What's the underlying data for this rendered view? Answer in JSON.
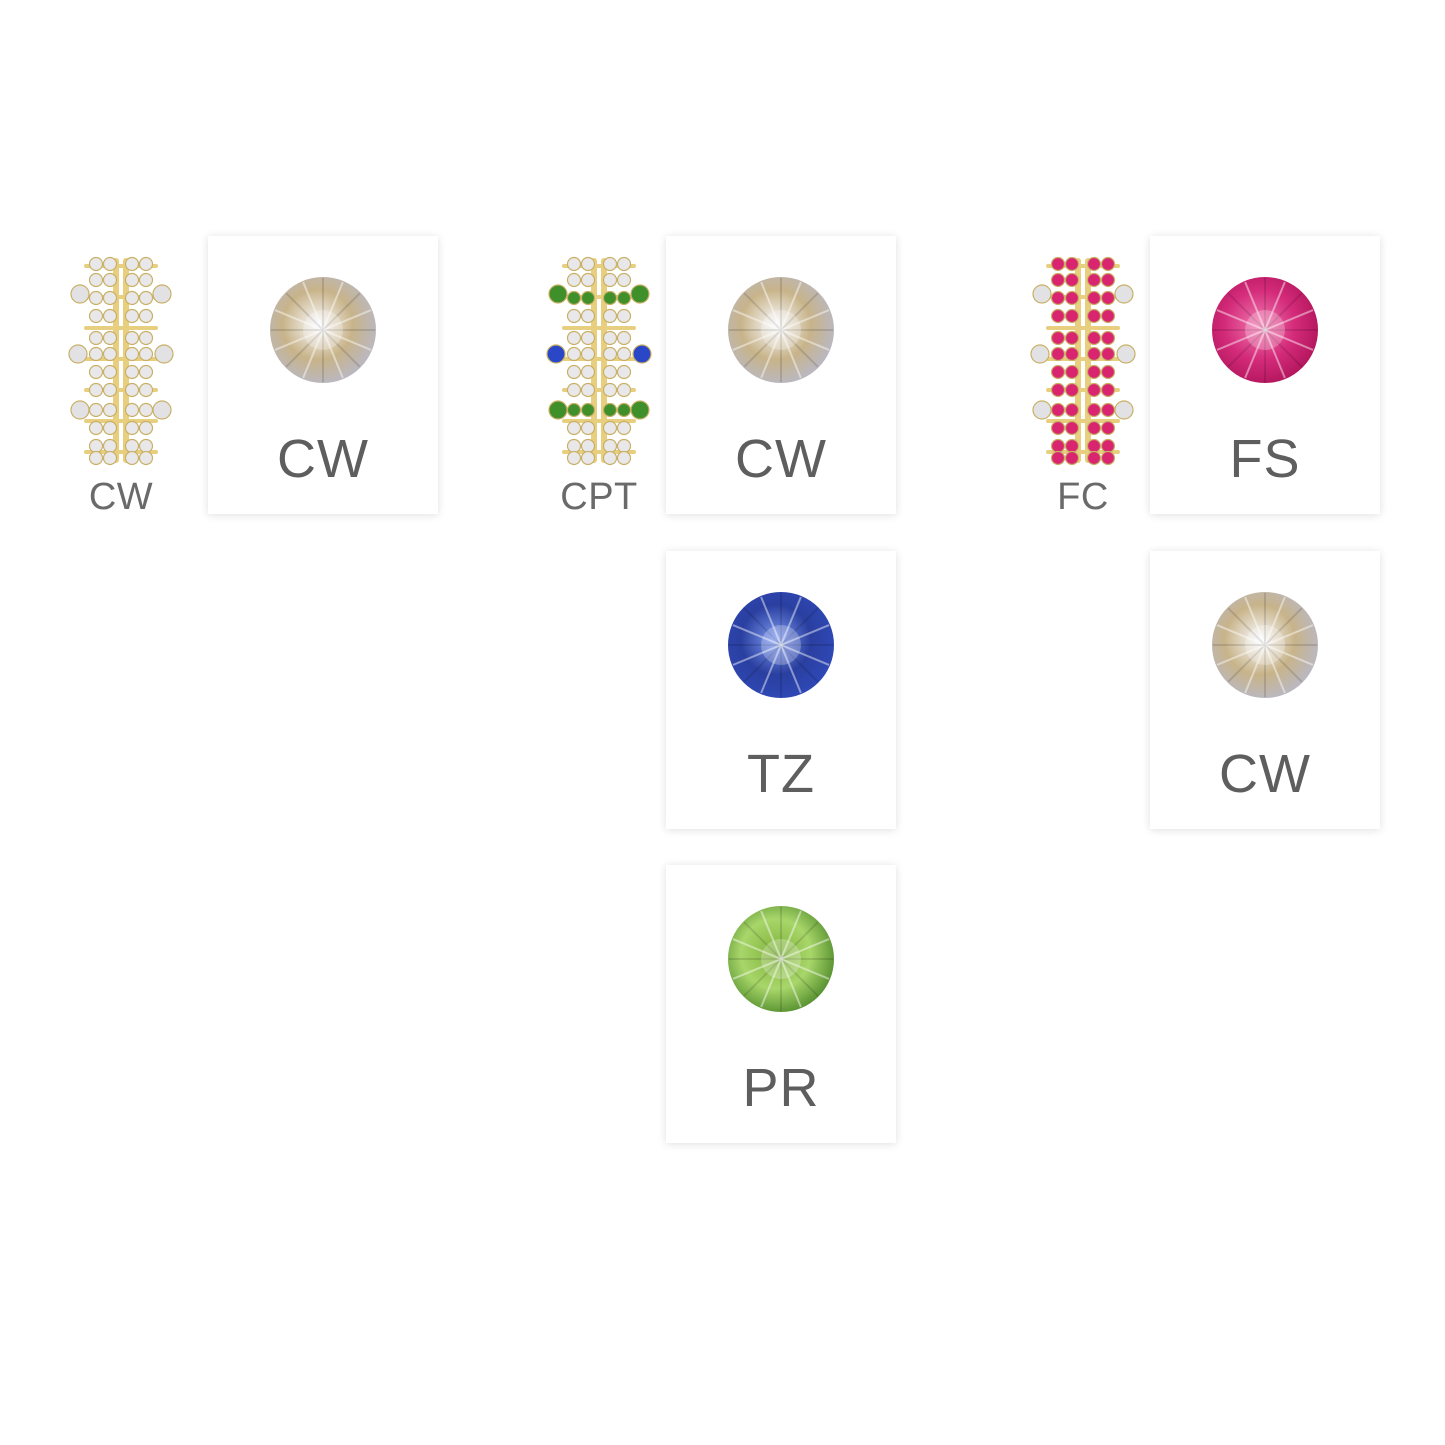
{
  "products": [
    {
      "code": "CW",
      "band": "#e7cf7f",
      "stones": {
        "pair1": "#e8e8ea",
        "pair2": "#e8e8ea",
        "pair3": "#e8e8ea",
        "side": "#e2e2e4"
      }
    },
    {
      "code": "CPT",
      "band": "#e7cf7f",
      "stones": {
        "pair1": "#e8e8ea",
        "pair2": "#3f8f2a",
        "pair3": "#e8e8ea",
        "side": "#2a47c8"
      }
    },
    {
      "code": "FC",
      "band": "#e7cf7f",
      "stones": {
        "pair1": "#d9246f",
        "pair2": "#d9246f",
        "pair3": "#d9246f",
        "side": "#e2e2e4"
      }
    }
  ],
  "swatches": [
    {
      "code": "CW",
      "stone": "clear-white",
      "color_center": "#fbfbff",
      "color_edge": "#b8b8c8",
      "color_warm": "#c8b48a"
    },
    {
      "code": "CW",
      "stone": "clear-white",
      "color_center": "#fbfbff",
      "color_edge": "#b8b8c8",
      "color_warm": "#c8b48a"
    },
    {
      "code": "TZ",
      "stone": "tanzanite-blue",
      "color_center": "#7f9bf0",
      "color_edge": "#2f49b8",
      "color_warm": "#2a3fa0"
    },
    {
      "code": "PR",
      "stone": "peridot-green",
      "color_center": "#7fb23a",
      "color_edge": "#4f8a2a",
      "color_warm": "#a8d66a"
    },
    {
      "code": "FS",
      "stone": "fuchsia-pink",
      "color_center": "#f07ab0",
      "color_edge": "#b0145a",
      "color_warm": "#d42b7a"
    },
    {
      "code": "CW",
      "stone": "clear-white",
      "color_center": "#fbfbff",
      "color_edge": "#b8b8c8",
      "color_warm": "#c8b48a"
    }
  ]
}
